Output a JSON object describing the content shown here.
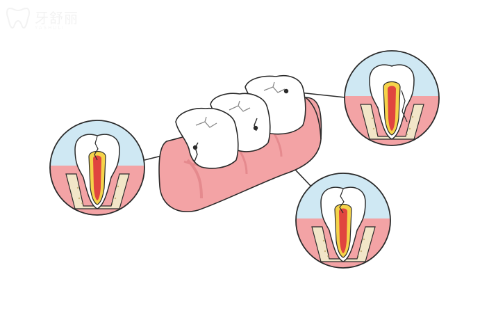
{
  "watermark": {
    "text": "牙舒丽",
    "subtext": "YASHULI"
  },
  "colors": {
    "gum": "#f3a3a5",
    "gum_dark": "#e58a8e",
    "tooth": "#ffffff",
    "outline": "#2a2a2a",
    "sky": "#cfe8f3",
    "bone": "#f2e6c8",
    "bone_dots": "#c9b27a",
    "pulp_outer": "#f5d34a",
    "pulp_inner": "#e0453f",
    "crack": "#888888"
  },
  "icons": [
    "crack-detail-left",
    "crack-detail-top-right",
    "crack-detail-bottom-right"
  ]
}
